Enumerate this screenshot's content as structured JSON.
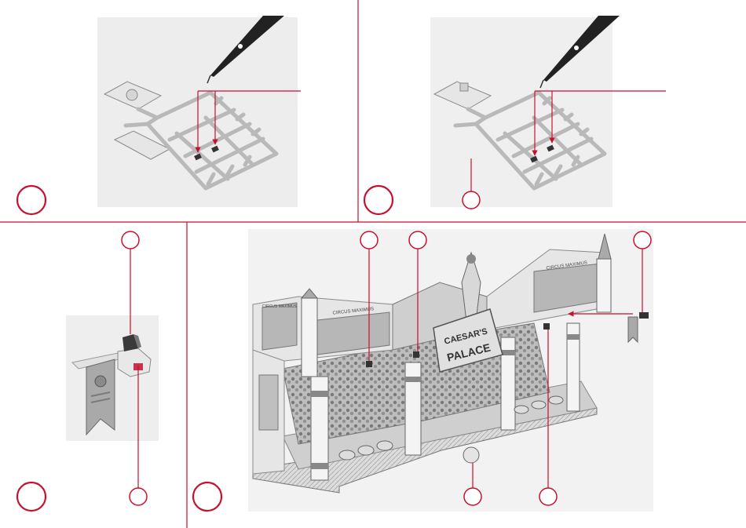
{
  "figure": {
    "kind": "assembly-instructions",
    "accent_color": "#c8102e",
    "panel_count": 4,
    "steps": [
      {
        "id": "step-1",
        "marker": "circle",
        "label": ""
      },
      {
        "id": "step-2",
        "marker": "circle",
        "label": ""
      },
      {
        "id": "step-3",
        "marker": "circle",
        "label": ""
      },
      {
        "id": "step-4",
        "marker": "circle",
        "label": ""
      }
    ],
    "callout_bubbles": [
      "",
      "",
      "",
      "",
      "",
      "",
      "",
      ""
    ],
    "icons": [
      "tweezers-icon",
      "sprue-frame-icon",
      "lamp-chip-icon",
      "banner-flag-icon",
      "fairground-booth-icon"
    ]
  },
  "sign": {
    "line1": "CAESAR'S",
    "line2": "PALACE"
  },
  "banners": {
    "left": "CIRCUS MAXIMUS",
    "right": "CIRCUS MAXIMUS",
    "far_left": "CIRCUS MAXIMUS"
  }
}
